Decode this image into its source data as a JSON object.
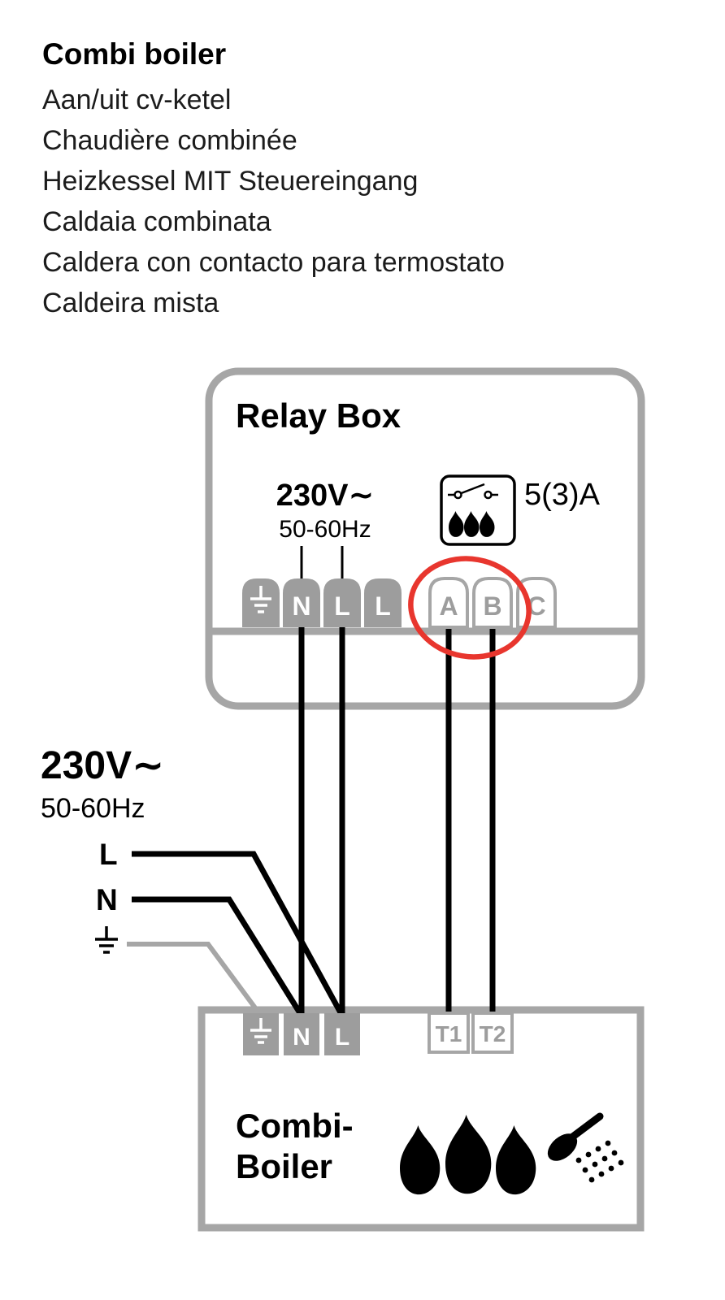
{
  "header": {
    "title": "Combi boiler",
    "translations": [
      "Aan/uit cv-ketel",
      "Chaudière combinée",
      "Heizkessel MIT Steuereingang",
      "Caldaia combinata",
      "Caldera con contacto para termostato",
      "Caldeira mista"
    ]
  },
  "relay_box": {
    "title": "Relay Box",
    "voltage": "230V∼",
    "frequency": "50-60Hz",
    "contact_rating": "5(3)A",
    "terminals": {
      "ground": "earth-ground-icon",
      "n": "N",
      "l1": "L",
      "l2": "L",
      "a": "A",
      "b": "B",
      "c": "C"
    }
  },
  "mains": {
    "voltage": "230V∼",
    "frequency": "50-60Hz",
    "live": "L",
    "neutral": "N",
    "ground": "earth-ground-icon"
  },
  "boiler": {
    "title_line1": "Combi-",
    "title_line2": "Boiler",
    "terminals": {
      "ground": "earth-ground-icon",
      "n": "N",
      "l": "L",
      "t1": "T1",
      "t2": "T2"
    },
    "icons": [
      "flame-icon",
      "flame-icon",
      "flame-icon",
      "shower-icon"
    ]
  },
  "annotation": {
    "type": "hand-drawn-ellipse",
    "around_terminals": "A B"
  },
  "colors": {
    "outline_gray": "#a6a6a6",
    "terminal_gray": "#9d9d9d",
    "terminal_text_gray": "#9d9d9d",
    "wire_black": "#000000",
    "highlight_red": "#e8362e"
  }
}
